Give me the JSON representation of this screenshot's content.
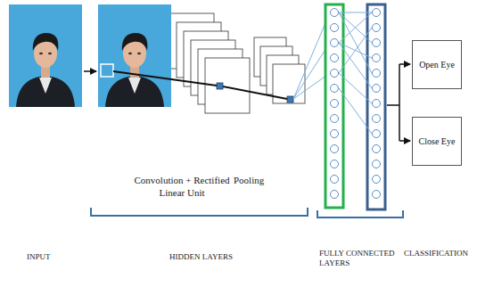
{
  "diagram": {
    "nodes": [
      {
        "text": [
          "Open Eye"
        ]
      },
      {
        "text": [
          "Close Eye"
        ]
      }
    ],
    "labels": [
      "Convolution + Rectified Linear Unit",
      "Pooling",
      "INPUT",
      "HIDDEN LAYERS",
      "FULLY CONNECTED LAYERS",
      "CLASSIFICATION"
    ]
  }
}
